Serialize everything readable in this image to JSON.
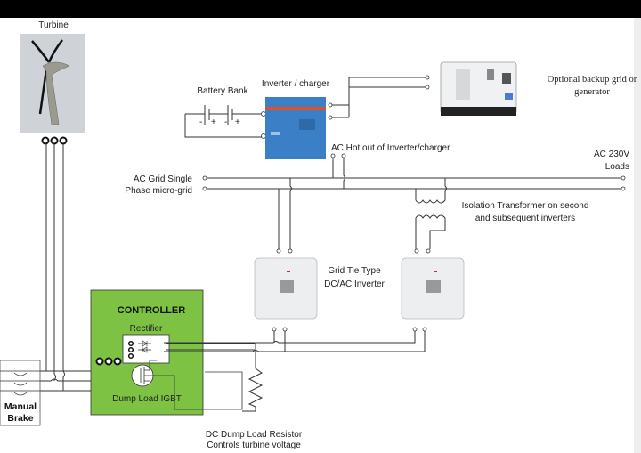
{
  "labels": {
    "turbine": "Turbine",
    "battery_bank": "Battery Bank",
    "inverter_charger": "Inverter / charger",
    "backup_line1": "Optional backup grid or",
    "backup_line2": "generator",
    "ac_hot": "AC Hot out of Inverter/charger",
    "grid_line1": "AC Grid Single",
    "grid_line2": "Phase micro-grid",
    "loads_line1": "AC 230V",
    "loads_line2": "Loads",
    "iso_line1": "Isolation Transformer on second",
    "iso_line2": "and subsequent inverters",
    "gridtie_line1": "Grid Tie Type",
    "gridtie_line2": "DC/AC Inverter",
    "controller": "CONTROLLER",
    "rectifier": "Rectifier",
    "dump_igbt": "Dump Load IGBT",
    "brake_line1": "Manual",
    "brake_line2": "Brake",
    "resistor_line1": "DC Dump Load Resistor",
    "resistor_line2": "Controls turbine voltage",
    "battery_minus": "-",
    "battery_plus": "+"
  },
  "colors": {
    "controller_fill": "#7dc242",
    "inverter_blue": "#3b80c6",
    "inverter_stripe": "#e0502a"
  }
}
